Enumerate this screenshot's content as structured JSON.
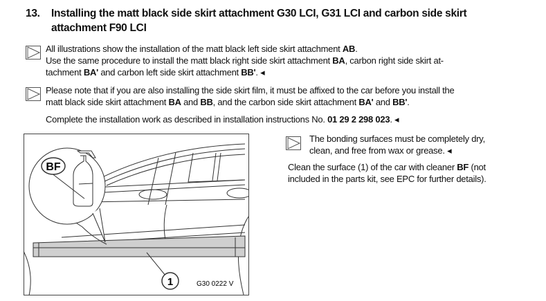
{
  "section": {
    "number": "13.",
    "title_line1": "Installing the matt black side skirt attachment G30 LCI, G31 LCI and carbon side skirt",
    "title_line2": "attachment F90 LCI"
  },
  "note1": {
    "l1a": "All illustrations show the installation of the matt black left side skirt attachment ",
    "l1b": "AB",
    "l1c": ".",
    "l2a": "Use the same procedure to install the matt black right side skirt attachment ",
    "l2b": "BA",
    "l2c": ", carbon right side skirt at-",
    "l3a": "tachment ",
    "l3b": "BA'",
    "l3c": " and carbon left side skirt attachment ",
    "l3d": "BB'",
    "l3e": ". ◂"
  },
  "note2": {
    "l1": "Please note that if you are also installing the side skirt film, it must be affixed to the car before you install the",
    "l2a": "matt black side skirt attachment ",
    "l2b": "BA",
    "l2c": " and ",
    "l2d": "BB",
    "l2e": ", and the carbon side skirt attachment ",
    "l2f": "BA'",
    "l2g": " and ",
    "l2h": "BB'",
    "l2i": "."
  },
  "complete": {
    "a": "Complete the installation work as described in installation instructions No. ",
    "b": "01 29 2 298 023",
    "c": ". ◂"
  },
  "figure": {
    "callout_bf": "BF",
    "callout_1": "1",
    "code": "G30 0222 V"
  },
  "note3": {
    "l1": "The bonding surfaces must be completely dry,",
    "l2": "clean, and free from wax or grease. ◂"
  },
  "clean": {
    "l1a": "Clean the surface (1) of the car with cleaner ",
    "l1b": "BF",
    "l1c": " (not",
    "l2": "included in the parts kit, see EPC for further details)."
  }
}
